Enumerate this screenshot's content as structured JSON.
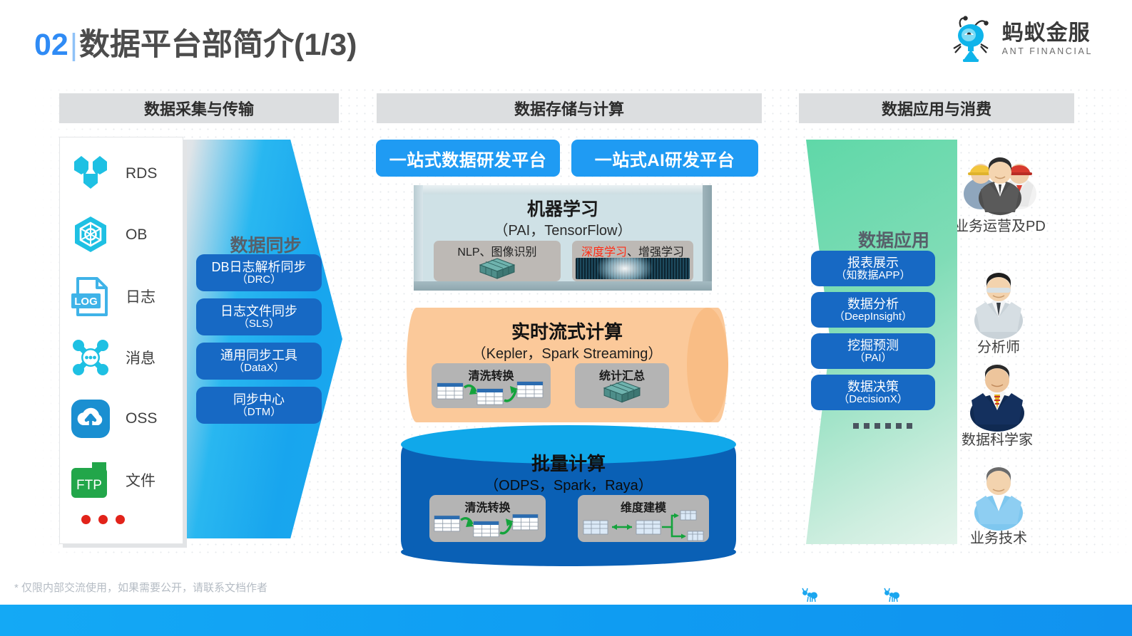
{
  "header": {
    "section_number": "02",
    "divider": "|",
    "title": "数据平台部简介(1/3)",
    "logo_cn": "蚂蚁金服",
    "logo_en": "ANT FINANCIAL"
  },
  "columns": [
    {
      "id": "collect",
      "label": "数据采集与传输"
    },
    {
      "id": "storage",
      "label": "数据存储与计算"
    },
    {
      "id": "application",
      "label": "数据应用与消费"
    }
  ],
  "sources": {
    "items": [
      {
        "icon": "rds-icon",
        "label": "RDS"
      },
      {
        "icon": "ob-icon",
        "label": "OB"
      },
      {
        "icon": "log-file-icon",
        "label": "日志"
      },
      {
        "icon": "message-icon",
        "label": "消息"
      },
      {
        "icon": "oss-cloud-icon",
        "label": "OSS"
      },
      {
        "icon": "ftp-folder-icon",
        "label": "文件"
      }
    ],
    "more_indicator": "•••"
  },
  "sync": {
    "title": "数据同步",
    "items": [
      {
        "name": "DB日志解析同步",
        "tool": "（DRC）"
      },
      {
        "name": "日志文件同步",
        "tool": "（SLS）"
      },
      {
        "name": "通用同步工具",
        "tool": "（DataX）"
      },
      {
        "name": "同步中心",
        "tool": "（DTM）"
      }
    ]
  },
  "platforms": [
    {
      "label": "一站式数据研发平台"
    },
    {
      "label": "一站式AI研发平台"
    }
  ],
  "machine_learning": {
    "title": "机器学习",
    "subtitle": "（PAI，TensorFlow）",
    "cards": [
      {
        "label": "NLP、图像识别",
        "highlight": "",
        "rest": "NLP、图像识别",
        "visual": "cube-icon"
      },
      {
        "label": "深度学习、增强学习",
        "highlight": "深度学习",
        "rest": "、增强学习",
        "visual": "binary-image"
      }
    ]
  },
  "streaming": {
    "title": "实时流式计算",
    "subtitle": "（Kepler，Spark Streaming）",
    "cards": [
      {
        "label": "清洗转换",
        "visual": "table-flow-icon"
      },
      {
        "label": "统计汇总",
        "visual": "cube-icon"
      }
    ]
  },
  "batch": {
    "title": "批量计算",
    "subtitle": "（ODPS，Spark，Raya）",
    "cards": [
      {
        "label": "清洗转换",
        "visual": "table-flow-icon"
      },
      {
        "label": "维度建模",
        "visual": "dimension-model-icon"
      }
    ]
  },
  "applications": {
    "title": "数据应用",
    "items": [
      {
        "name": "报表展示",
        "tool": "（知数据APP）"
      },
      {
        "name": "数据分析",
        "tool": "（DeepInsight）"
      },
      {
        "name": "挖掘预测",
        "tool": "（PAI）"
      },
      {
        "name": "数据决策",
        "tool": "（DecisionX）"
      }
    ],
    "more_indicator": "……"
  },
  "personas": [
    {
      "icon": "business-team-avatar",
      "label": "业务运营及PD"
    },
    {
      "icon": "analyst-avatar",
      "label": "分析师"
    },
    {
      "icon": "data-scientist-avatar",
      "label": "数据科学家"
    },
    {
      "icon": "engineer-avatar",
      "label": "业务技术"
    }
  ],
  "footer": {
    "note": "* 仅限内部交流使用，如果需要公开，请联系文档作者"
  },
  "colors": {
    "accent_blue": "#1f9bf3",
    "number_blue": "#2f8bf5",
    "pill_blue": "#1769c4",
    "header_gray": "#dcdee0",
    "sync_arrow": "#18a5ee",
    "app_arrow_green": "#5fd8a8",
    "stream_orange": "#fbc99a",
    "batch_blue": "#0a60b5",
    "highlight_red": "#ff2d16",
    "ftp_green": "#22a64a",
    "oss_blue": "#1a8fd1"
  }
}
